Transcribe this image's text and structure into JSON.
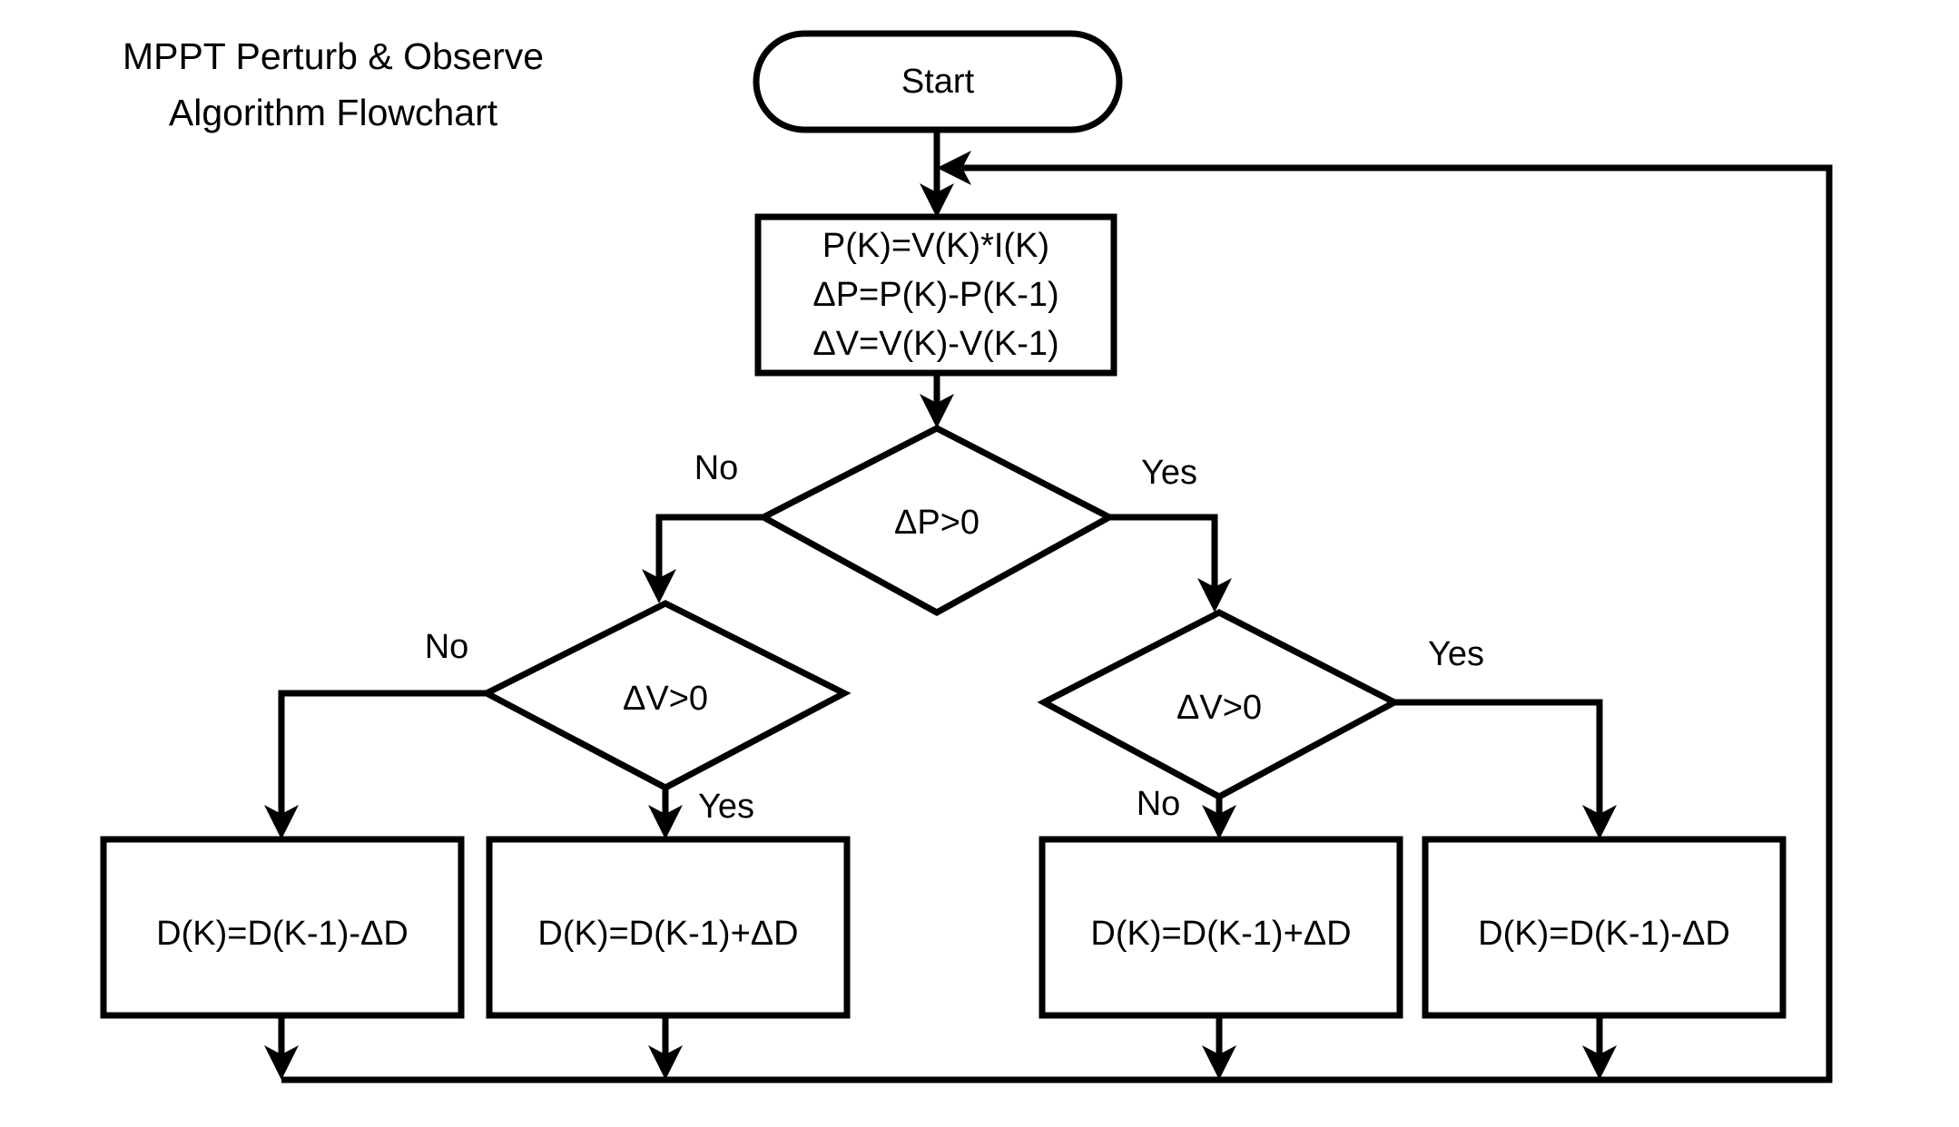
{
  "diagram": {
    "title_line1": "MPPT Perturb & Observe",
    "title_line2": "Algorithm Flowchart",
    "background_color": "#ffffff",
    "stroke_color": "#000000",
    "text_color": "#000000"
  },
  "nodes": {
    "start": {
      "label": "Start",
      "shape": "terminator"
    },
    "compute": {
      "shape": "process",
      "line1": "P(K)=V(K)*I(K)",
      "line2": "ΔP=P(K)-P(K-1)",
      "line3": "ΔV=V(K)-V(K-1)"
    },
    "decision_dp": {
      "label": "ΔP>0",
      "shape": "decision"
    },
    "decision_dv_left": {
      "label": "ΔV>0",
      "shape": "decision"
    },
    "decision_dv_right": {
      "label": "ΔV>0",
      "shape": "decision"
    },
    "action_1": {
      "label": "D(K)=D(K-1)-ΔD",
      "shape": "process"
    },
    "action_2": {
      "label": "D(K)=D(K-1)+ΔD",
      "shape": "process"
    },
    "action_3": {
      "label": "D(K)=D(K-1)+ΔD",
      "shape": "process"
    },
    "action_4": {
      "label": "D(K)=D(K-1)-ΔD",
      "shape": "process"
    }
  },
  "edge_labels": {
    "dp_no": "No",
    "dp_yes": "Yes",
    "dv_left_no": "No",
    "dv_left_yes": "Yes",
    "dv_right_no": "No",
    "dv_right_yes": "Yes"
  }
}
